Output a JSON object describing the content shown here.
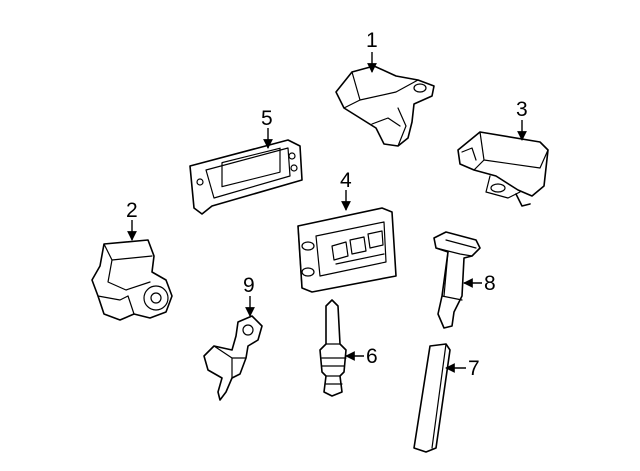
{
  "colors": {
    "stroke": "#000000",
    "background": "#ffffff"
  },
  "callouts": {
    "1": "1",
    "2": "2",
    "3": "3",
    "4": "4",
    "5": "5",
    "6": "6",
    "7": "7",
    "8": "8",
    "9": "9"
  }
}
